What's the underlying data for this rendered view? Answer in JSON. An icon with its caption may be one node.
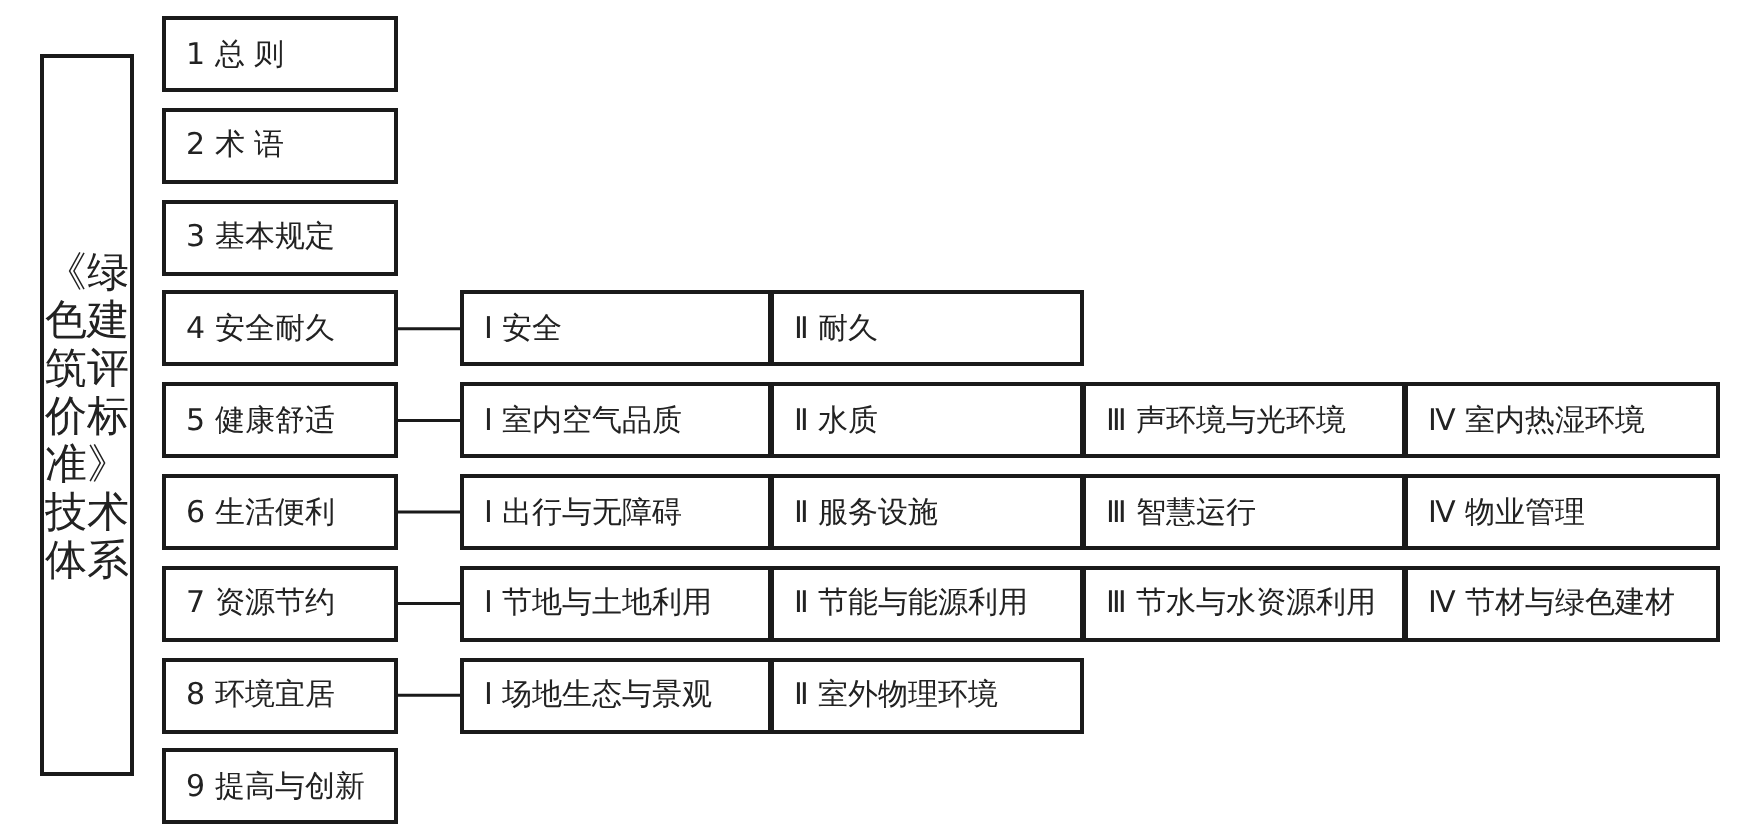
{
  "diagram": {
    "nodes": [
      {
        "text": [
          "《绿色建筑评价标准》技术体系"
        ]
      },
      {
        "text": [
          "1 总 则"
        ]
      },
      {
        "text": [
          "2 术 语"
        ]
      },
      {
        "text": [
          "3 基本规定"
        ]
      },
      {
        "text": [
          "4 安全耐久"
        ]
      },
      {
        "text": [
          "5 健康舒适"
        ]
      },
      {
        "text": [
          "6 生活便利"
        ]
      },
      {
        "text": [
          "7 资源节约"
        ]
      },
      {
        "text": [
          "8 环境宜居"
        ]
      },
      {
        "text": [
          "9 提高与创新"
        ]
      },
      {
        "text": [
          "Ⅰ 安全"
        ]
      },
      {
        "text": [
          "Ⅱ 耐久"
        ]
      },
      {
        "text": [
          "Ⅰ 室内空气品质"
        ]
      },
      {
        "text": [
          "Ⅱ 水质"
        ]
      },
      {
        "text": [
          "Ⅲ 声环境与光环境"
        ]
      },
      {
        "text": [
          "Ⅳ 室内热湿环境"
        ]
      },
      {
        "text": [
          "Ⅰ 出行与无障碍"
        ]
      },
      {
        "text": [
          "Ⅱ 服务设施"
        ]
      },
      {
        "text": [
          "Ⅲ 智慧运行"
        ]
      },
      {
        "text": [
          "Ⅳ 物业管理"
        ]
      },
      {
        "text": [
          "Ⅰ 节地与土地利用"
        ]
      },
      {
        "text": [
          "Ⅱ 节能与能源利用"
        ]
      },
      {
        "text": [
          "Ⅲ 节水与水资源利用"
        ]
      },
      {
        "text": [
          "Ⅳ 节材与绿色建材"
        ]
      },
      {
        "text": [
          "Ⅰ 场地生态与景观"
        ]
      },
      {
        "text": [
          "Ⅱ 室外物理环境"
        ]
      }
    ],
    "edges": [
      {
        "from": 4,
        "to": 10,
        "arrow": "none"
      },
      {
        "from": 5,
        "to": 12,
        "arrow": "none"
      },
      {
        "from": 6,
        "to": 16,
        "arrow": "none"
      },
      {
        "from": 7,
        "to": 20,
        "arrow": "none"
      },
      {
        "from": 8,
        "to": 24,
        "arrow": "none"
      }
    ]
  }
}
